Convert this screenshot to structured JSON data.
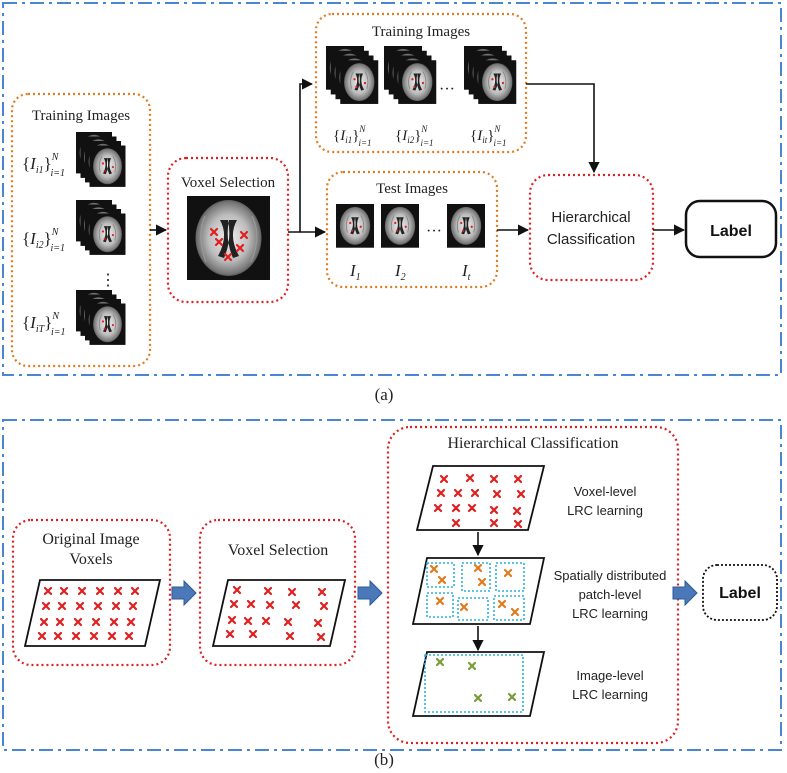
{
  "panel_a": {
    "caption": "(a)",
    "training_left": {
      "title": "Training Images",
      "sets": [
        {
          "base": "I",
          "sub": "i1",
          "sup": "N",
          "range": "i=1"
        },
        {
          "base": "I",
          "sub": "i2",
          "sup": "N",
          "range": "i=1"
        },
        {
          "base": "I",
          "sub": "iT",
          "sup": "N",
          "range": "i=1"
        }
      ],
      "vdots": "⋮"
    },
    "voxel_selection": {
      "title": "Voxel Selection"
    },
    "training_top": {
      "title": "Training Images",
      "sets": [
        {
          "base": "I",
          "sub": "i1",
          "sup": "N",
          "range": "i=1"
        },
        {
          "base": "I",
          "sub": "i2",
          "sup": "N",
          "range": "i=1"
        },
        {
          "base": "I",
          "sub": "it",
          "sup": "N",
          "range": "i=1"
        }
      ],
      "ellipsis": "···"
    },
    "test_images": {
      "title": "Test Images",
      "labels": [
        {
          "base": "I",
          "sub": "1"
        },
        {
          "base": "I",
          "sub": "2"
        },
        {
          "base": "I",
          "sub": "t"
        }
      ],
      "ellipsis": "···"
    },
    "hierarchical": {
      "line1": "Hierarchical",
      "line2": "Classification"
    },
    "label": "Label"
  },
  "panel_b": {
    "caption": "(b)",
    "original": {
      "line1": "Original Image",
      "line2": "Voxels"
    },
    "voxel_selection": {
      "title": "Voxel Selection"
    },
    "hierarchical": {
      "title": "Hierarchical Classification",
      "levels": [
        {
          "lines": [
            "Voxel-level",
            "LRC learning"
          ]
        },
        {
          "lines": [
            "Spatially distributed",
            "patch-level",
            "LRC learning"
          ]
        },
        {
          "lines": [
            "Image-level",
            "LRC learning"
          ]
        }
      ]
    },
    "label": "Label"
  },
  "colors": {
    "frame_blue": "#4a86d6",
    "orange_border": "#e07b1f",
    "red_border": "#e02020",
    "red_marker": "#e02020",
    "orange_marker": "#e07b1f",
    "green_marker": "#7a9a3a",
    "cyan_patch": "#2ab4e0",
    "block_arrow": "#4a78b8"
  }
}
